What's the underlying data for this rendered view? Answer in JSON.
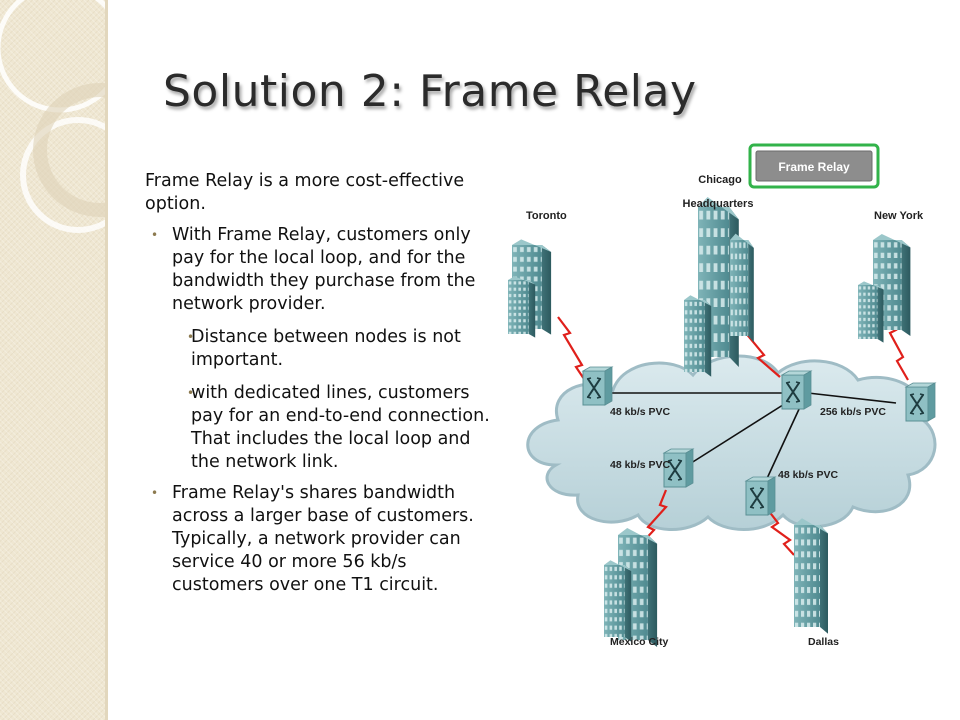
{
  "slide": {
    "title": "Solution 2: Frame Relay",
    "intro": "Frame Relay is a more cost-effective option.",
    "bullets": [
      {
        "text": "With Frame Relay, customers only pay for the local loop, and for the bandwidth they purchase from the network provider.",
        "subbullets": [
          "Distance between nodes is not important.",
          "with dedicated lines, customers pay for an end-to-end connection. That includes the local loop and the network link."
        ]
      },
      {
        "text": "Frame Relay's shares bandwidth across a larger base of customers. Typically, a network provider can service 40 or more 56 kb/s customers over one T1 circuit.",
        "subbullets": []
      }
    ]
  },
  "diagram": {
    "badge": "Frame Relay",
    "sites": {
      "chicago_line1": "Chicago",
      "chicago_line2": "Headquarters",
      "toronto": "Toronto",
      "new_york": "New York",
      "mexico_city": "Mexico City",
      "dallas": "Dallas"
    },
    "pvc_labels": {
      "toronto_pvc": "48 kb/s PVC",
      "newyork_pvc": "256 kb/s PVC",
      "mexico_pvc": "48 kb/s PVC",
      "dallas_pvc": "48 kb/s PVC"
    },
    "colors": {
      "cloud_fill": "#c7dde3",
      "cloud_stroke": "#9fbcc5",
      "serial_link": "#e0201b",
      "pvc_line": "#111111",
      "badge_border": "#32b34a",
      "badge_fill": "#8d8d8d",
      "building": "#6fa3a8",
      "switch": "#7fb3b8"
    },
    "icons": [
      "building-icon",
      "frame-relay-switch-icon",
      "serial-link-icon",
      "cloud-icon"
    ]
  }
}
